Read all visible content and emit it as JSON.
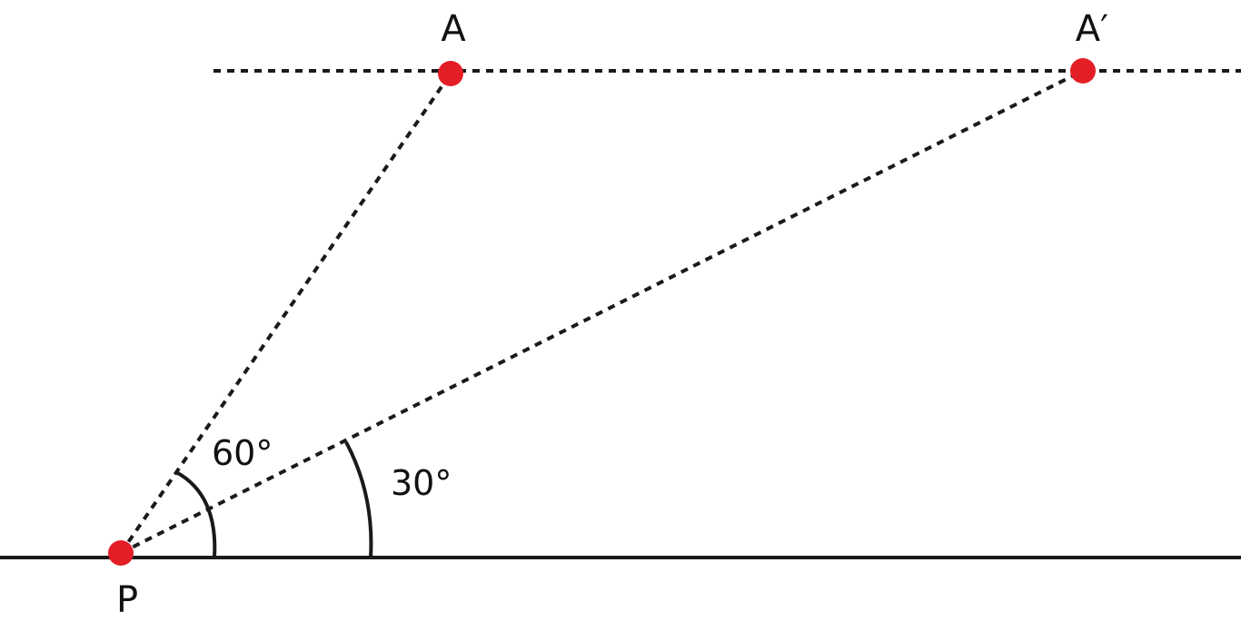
{
  "points": {
    "A": "A",
    "A_prime": "A′",
    "P": "P"
  },
  "angles": {
    "large": "60°",
    "small": "30°"
  },
  "colors": {
    "point_fill": "#e41e26",
    "line": "#1a1a1a",
    "background": "#ffffff"
  }
}
